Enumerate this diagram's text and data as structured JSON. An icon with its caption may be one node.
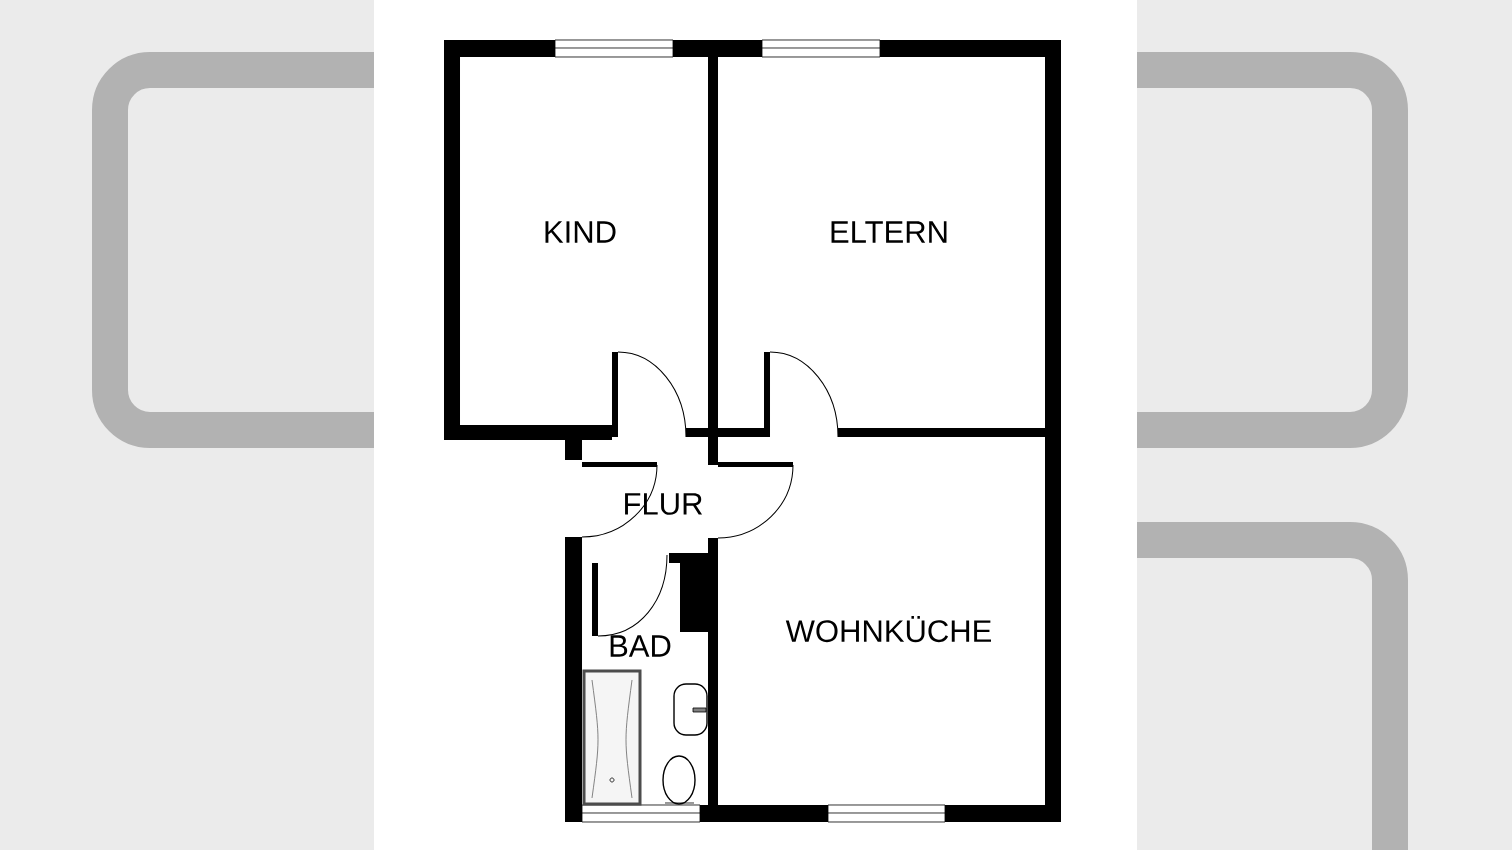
{
  "diagram": {
    "labels": [
      "KIND",
      "ELTERN",
      "FLUR",
      "BAD",
      "WOHNKÜCHE"
    ]
  }
}
